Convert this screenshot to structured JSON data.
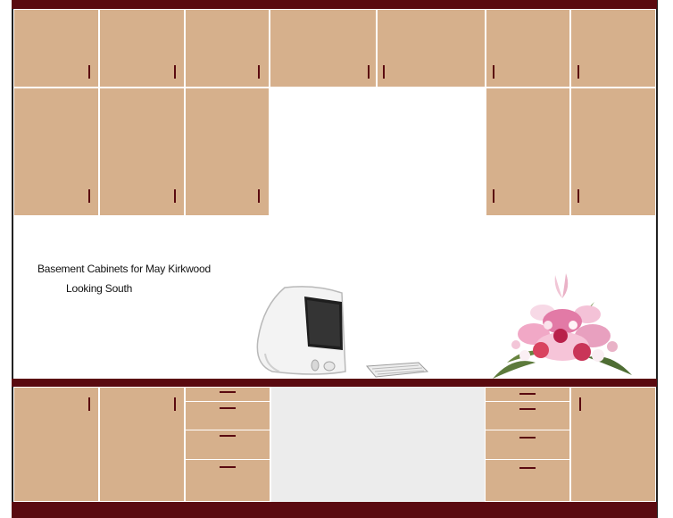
{
  "title_line1": "Basement Cabinets for May Kirkwood",
  "title_line2": "Looking South",
  "colors": {
    "cabinet": "#d6b08c",
    "trim": "#5a0a10",
    "open_bay": "#ececec",
    "background": "#ffffff"
  },
  "illustrations": {
    "computer": "imac-computer-with-keyboard",
    "flowers": "flower-bouquet"
  }
}
